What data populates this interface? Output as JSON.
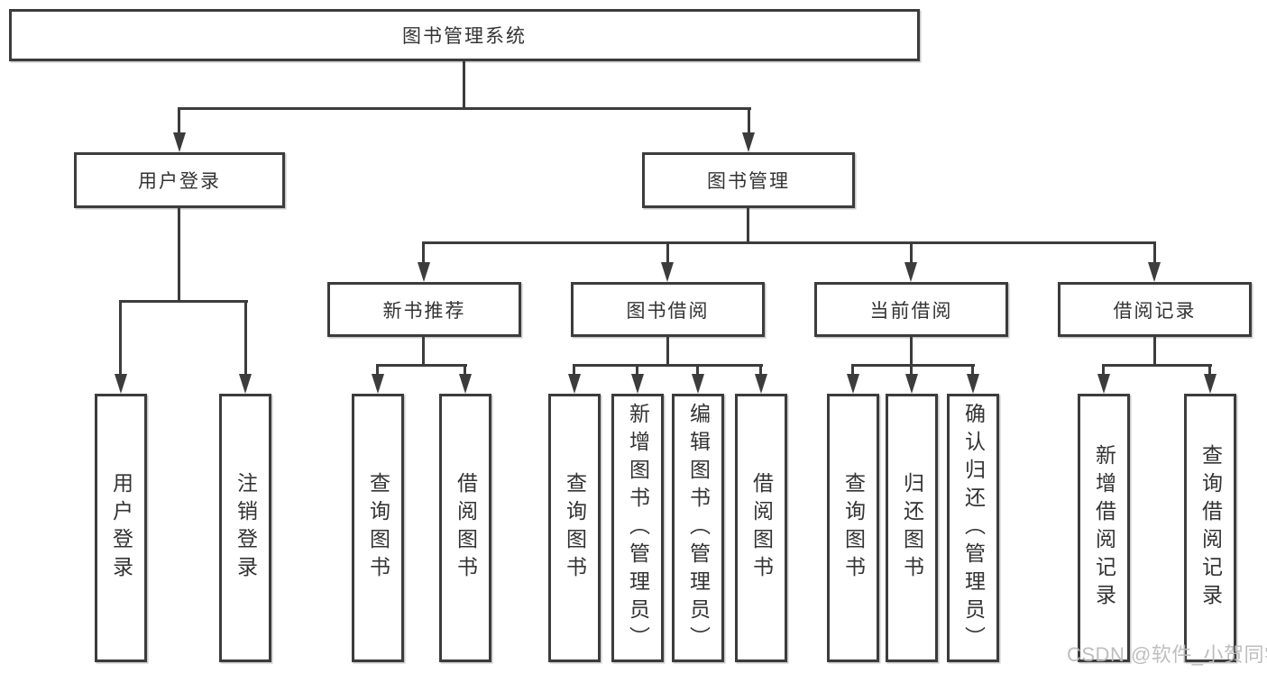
{
  "tree": {
    "root": "图书管理系统",
    "children": [
      {
        "label": "用户登录",
        "children": [
          "用户登录",
          "注销登录"
        ]
      },
      {
        "label": "图书管理",
        "children": [
          {
            "label": "新书推荐",
            "children": [
              "查询图书",
              "借阅图书"
            ]
          },
          {
            "label": "图书借阅",
            "children": [
              "查询图书",
              "新增图书（管理员）",
              "编辑图书（管理员）",
              "借阅图书"
            ]
          },
          {
            "label": "当前借阅",
            "children": [
              "查询图书",
              "归还图书",
              "确认归还（管理员）"
            ]
          },
          {
            "label": "借阅记录",
            "children": [
              "新增借阅记录",
              "查询借阅记录"
            ]
          }
        ]
      }
    ]
  },
  "watermark": {
    "text": "CSDN @软件_小贺同学"
  },
  "colors": {
    "line": "#3c3c3c",
    "box_background": "#ffffff",
    "text": "#333333",
    "watermark": "#bbbbb9",
    "page_background": "#ffffff"
  }
}
